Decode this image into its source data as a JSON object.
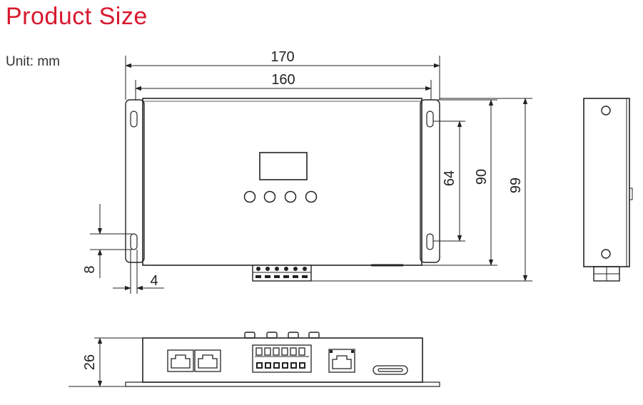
{
  "title": "Product Size",
  "unit_label": "Unit: mm",
  "dimensions": {
    "overall_width": "170",
    "body_width": "160",
    "hole_spacing": "64",
    "body_height": "90",
    "overall_height": "99",
    "slot_size": "8",
    "flange_width": "4",
    "device_height": "26"
  },
  "colors": {
    "title": "#d7192e",
    "line": "#222222"
  }
}
